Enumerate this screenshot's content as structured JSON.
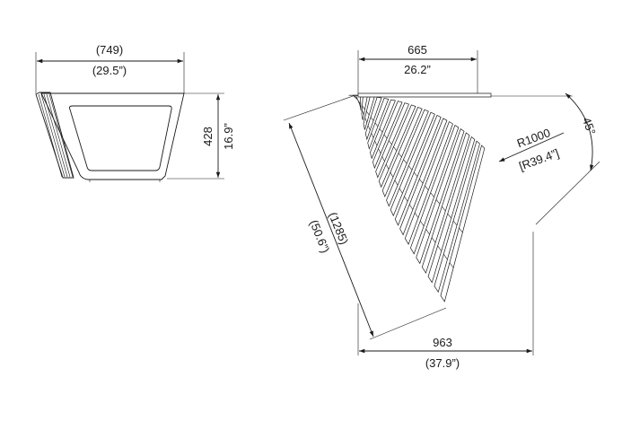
{
  "side_view": {
    "width_mm": "(749)",
    "width_in": "(29.5”)",
    "height_mm": "428",
    "height_in": "16.9”"
  },
  "top_view": {
    "top_mm": "665",
    "top_in": "26.2”",
    "bottom_mm": "963",
    "bottom_in": "(37.9”)",
    "length_mm": "(1285)",
    "length_in": "(50.6”)",
    "radius_mm": "R1000",
    "radius_in": "[R39.4”]",
    "angle": "45°"
  }
}
